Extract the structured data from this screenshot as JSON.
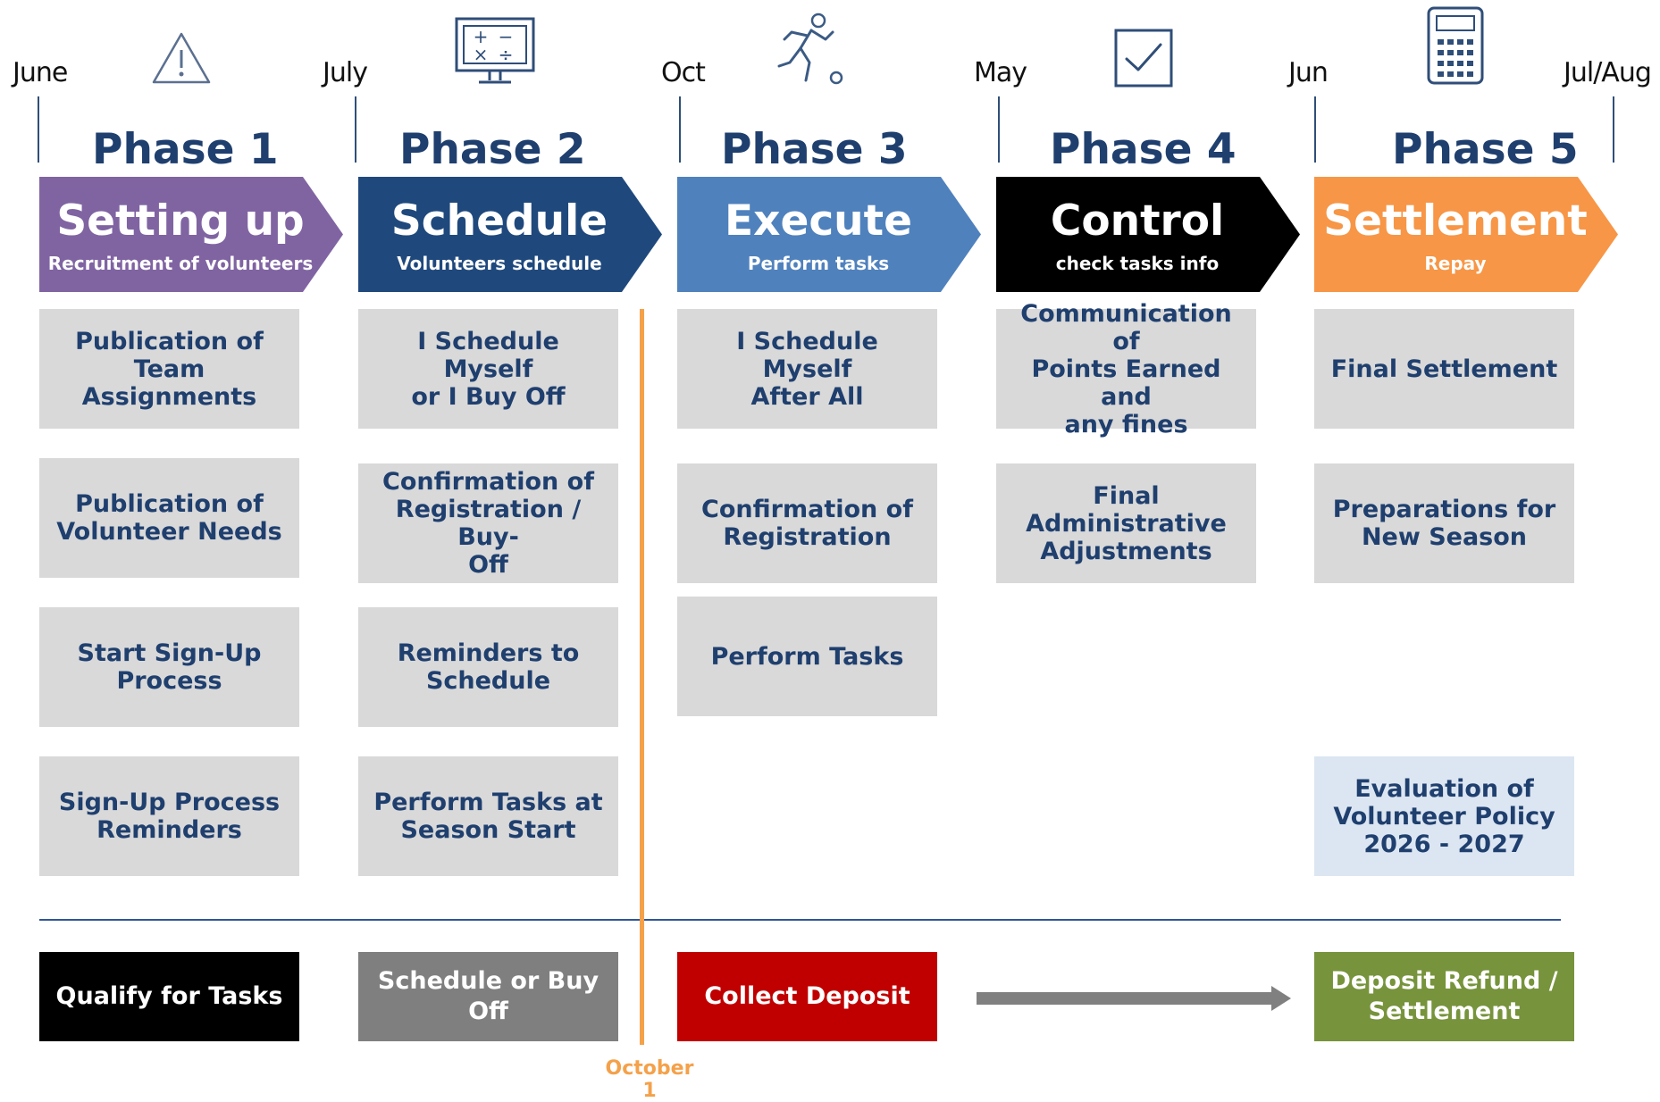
{
  "timeline": {
    "months": [
      "June",
      "July",
      "Oct",
      "May",
      "Jun",
      "Jul/Aug"
    ]
  },
  "icons": [
    "warning-icon",
    "calculator-screen-icon",
    "runner-icon",
    "checkbox-icon",
    "calculator-icon"
  ],
  "phases": [
    {
      "label": "Phase 1",
      "title": "Setting up",
      "subtitle": "Recruitment of volunteers",
      "color": "#8064a2"
    },
    {
      "label": "Phase 2",
      "title": "Schedule",
      "subtitle": "Volunteers schedule",
      "color": "#1f497d"
    },
    {
      "label": "Phase 3",
      "title": "Execute",
      "subtitle": "Perform tasks",
      "color": "#4f81bd"
    },
    {
      "label": "Phase 4",
      "title": "Control",
      "subtitle": "check tasks info",
      "color": "#000000"
    },
    {
      "label": "Phase 5",
      "title": "Settlement",
      "subtitle": "Repay",
      "color": "#f79646"
    }
  ],
  "cards": {
    "phase1": [
      "Publication of\nTeam Assignments",
      "Publication of\nVolunteer Needs",
      "Start Sign-Up\nProcess",
      "Sign-Up Process\nReminders"
    ],
    "phase2": [
      "I Schedule Myself\nor I Buy Off",
      "Confirmation of\nRegistration / Buy-\nOff",
      "Reminders to\nSchedule",
      "Perform Tasks at\nSeason Start"
    ],
    "phase3": [
      "I Schedule Myself\nAfter All",
      "Confirmation of\nRegistration",
      "Perform Tasks"
    ],
    "phase4": [
      "Communication of\nPoints Earned and\nany fines",
      "Final\nAdministrative\nAdjustments"
    ],
    "phase5": [
      "Final Settlement",
      "Preparations for\nNew Season",
      "Evaluation of\nVolunteer Policy\n2026 - 2027"
    ]
  },
  "milestone": {
    "label": "October 1",
    "color": "#f4a14a"
  },
  "bottom": [
    {
      "label": "Qualify for Tasks",
      "color": "#000000"
    },
    {
      "label": "Schedule or Buy\nOff",
      "color": "#7f7f7f"
    },
    {
      "label": "Collect Deposit",
      "color": "#c00000"
    },
    {
      "label": "Deposit Refund /\nSettlement",
      "color": "#77933c"
    }
  ],
  "colors": {
    "heading": "#1f3f6e",
    "card_bg": "#d9d9d9",
    "card_highlight_bg": "#dce6f2",
    "arrow": "#808080"
  }
}
